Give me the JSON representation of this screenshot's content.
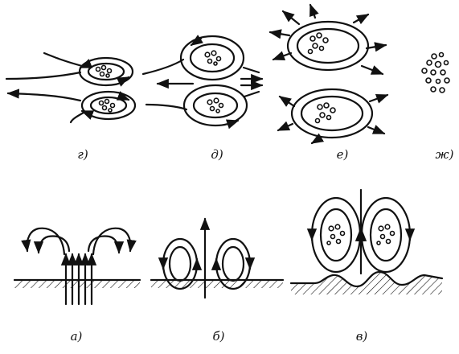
{
  "figure": {
    "panels": [
      {
        "id": "g",
        "label": "г)"
      },
      {
        "id": "d",
        "label": "д)"
      },
      {
        "id": "e",
        "label": "е)"
      },
      {
        "id": "zh",
        "label": "ж)"
      },
      {
        "id": "a",
        "label": "а)"
      },
      {
        "id": "b",
        "label": "б)"
      },
      {
        "id": "v",
        "label": "в)"
      }
    ]
  }
}
